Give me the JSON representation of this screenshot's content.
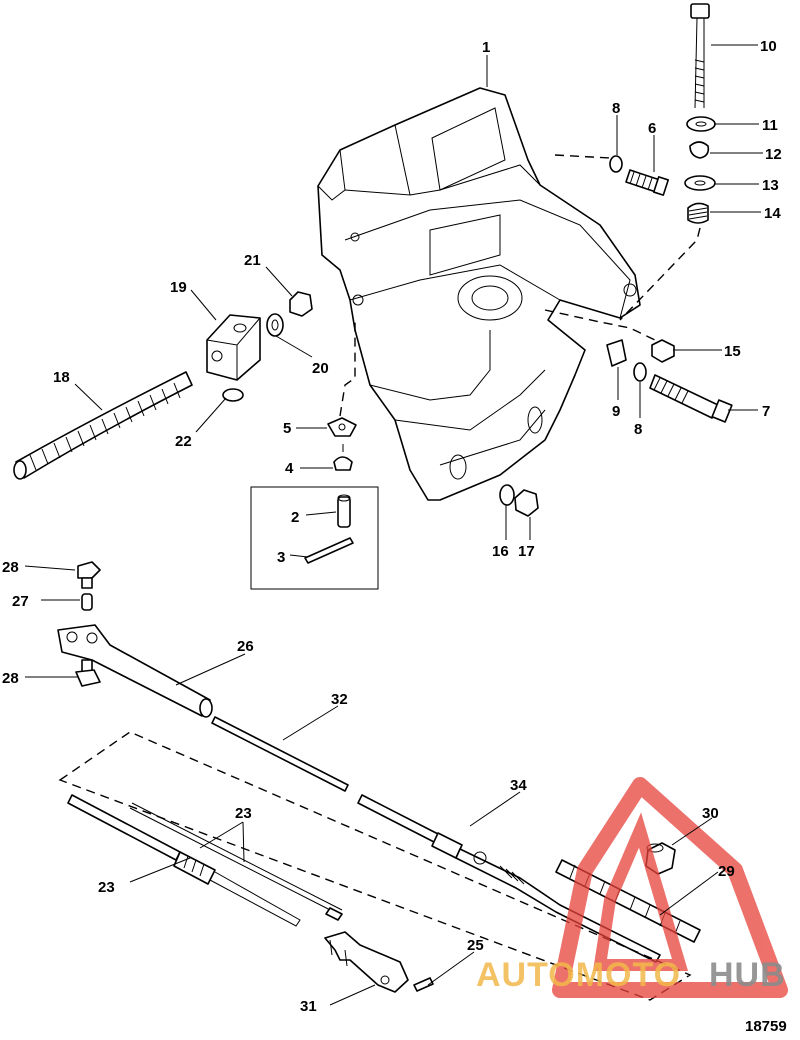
{
  "figure_number": "18759",
  "callouts": [
    {
      "id": "c1",
      "label": "1"
    },
    {
      "id": "c2",
      "label": "2"
    },
    {
      "id": "c3",
      "label": "3"
    },
    {
      "id": "c4",
      "label": "4"
    },
    {
      "id": "c5",
      "label": "5"
    },
    {
      "id": "c6",
      "label": "6"
    },
    {
      "id": "c7",
      "label": "7"
    },
    {
      "id": "c8a",
      "label": "8"
    },
    {
      "id": "c8b",
      "label": "8"
    },
    {
      "id": "c9",
      "label": "9"
    },
    {
      "id": "c10",
      "label": "10"
    },
    {
      "id": "c11",
      "label": "11"
    },
    {
      "id": "c12",
      "label": "12"
    },
    {
      "id": "c13",
      "label": "13"
    },
    {
      "id": "c14",
      "label": "14"
    },
    {
      "id": "c15",
      "label": "15"
    },
    {
      "id": "c16",
      "label": "16"
    },
    {
      "id": "c17",
      "label": "17"
    },
    {
      "id": "c18",
      "label": "18"
    },
    {
      "id": "c19",
      "label": "19"
    },
    {
      "id": "c20",
      "label": "20"
    },
    {
      "id": "c21",
      "label": "21"
    },
    {
      "id": "c22",
      "label": "22"
    },
    {
      "id": "c23a",
      "label": "23"
    },
    {
      "id": "c23b",
      "label": "23"
    },
    {
      "id": "c25",
      "label": "25"
    },
    {
      "id": "c26",
      "label": "26"
    },
    {
      "id": "c27",
      "label": "27"
    },
    {
      "id": "c28a",
      "label": "28"
    },
    {
      "id": "c28b",
      "label": "28"
    },
    {
      "id": "c29",
      "label": "29"
    },
    {
      "id": "c30",
      "label": "30"
    },
    {
      "id": "c31",
      "label": "31"
    },
    {
      "id": "c32",
      "label": "32"
    },
    {
      "id": "c34",
      "label": "34"
    }
  ],
  "watermark": {
    "part1": "AUTOMOTO",
    "part2": "HUB",
    "color1": "#f2b84a",
    "color2": "#8c8c8c",
    "triangle_color": "#e8423a"
  }
}
